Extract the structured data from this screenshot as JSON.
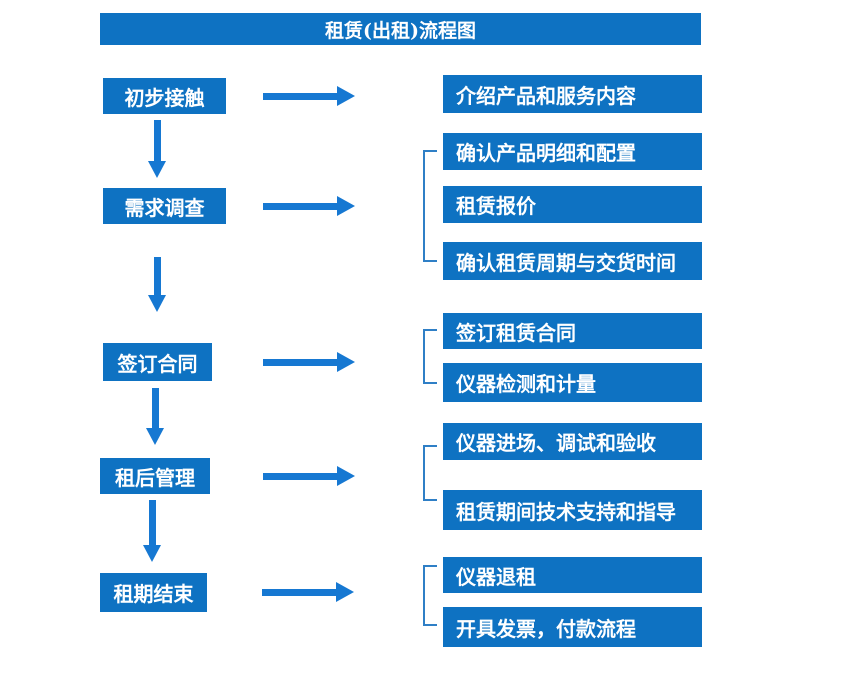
{
  "title": "租赁(出租)流程图",
  "colors": {
    "box_fill": "#0e72c2",
    "arrow": "#1678d2",
    "bracket": "#2f7fc6",
    "text": "#ffffff",
    "background": "#ffffff"
  },
  "steps": [
    {
      "label": "初步接触",
      "outputs": [
        "介绍产品和服务内容"
      ]
    },
    {
      "label": "需求调查",
      "outputs": [
        "确认产品明细和配置",
        "租赁报价",
        "确认租赁周期与交货时间"
      ]
    },
    {
      "label": "签订合同",
      "outputs": [
        "签订租赁合同",
        "仪器检测和计量"
      ]
    },
    {
      "label": "租后管理",
      "outputs": [
        "仪器进场、调试和验收",
        "租赁期间技术支持和指导"
      ]
    },
    {
      "label": "租期结束",
      "outputs": [
        "仪器退租",
        "开具发票，付款流程"
      ]
    }
  ]
}
